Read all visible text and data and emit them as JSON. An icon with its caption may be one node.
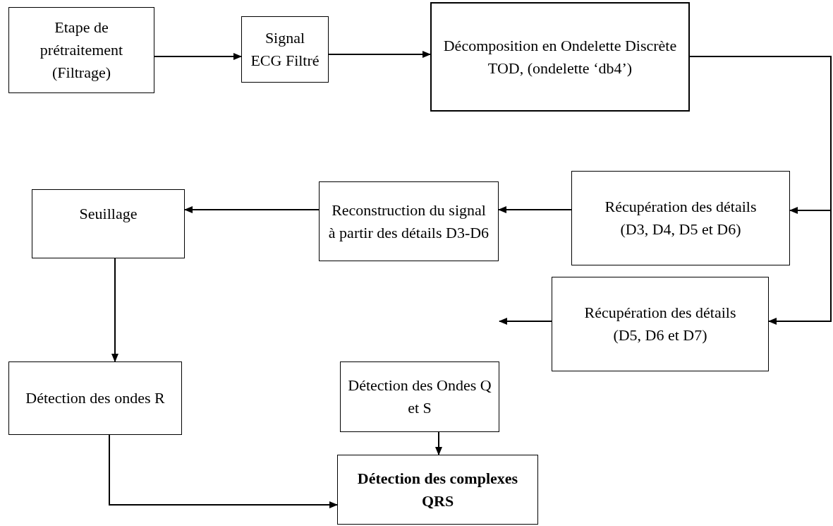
{
  "diagram": {
    "nodes": [
      {
        "text": [
          "Etape de prétraitement (Filtrage)"
        ]
      },
      {
        "text": [
          "Signal ECG Filtré"
        ]
      },
      {
        "text": [
          "Décomposition en Ondelette Discrète TOD, (ondelette ‘db4’)"
        ]
      },
      {
        "text": [
          "Seuillage"
        ]
      },
      {
        "text": [
          "Reconstruction du signal à partir des détails D3-D6"
        ]
      },
      {
        "text": [
          "Récupération des détails",
          "(D3, D4, D5 et D6)"
        ]
      },
      {
        "text": [
          "Détection des ondes R"
        ]
      },
      {
        "text": [
          "Détection des Ondes Q et S"
        ]
      },
      {
        "text": [
          "Récupération des détails",
          "(D5, D6 et D7)"
        ]
      },
      {
        "text": [
          "Détection des complexes QRS"
        ]
      }
    ],
    "edges": [
      {
        "from": 0,
        "to": 1,
        "arrow": "to"
      },
      {
        "from": 1,
        "to": 2,
        "arrow": "to"
      },
      {
        "from": 2,
        "to": 5,
        "arrow": "to"
      },
      {
        "from": 2,
        "to": 8,
        "arrow": "to"
      },
      {
        "from": 5,
        "to": 4,
        "arrow": "to"
      },
      {
        "from": 4,
        "to": 3,
        "arrow": "to"
      },
      {
        "from": 3,
        "to": 6,
        "arrow": "to"
      },
      {
        "from": 8,
        "to": 7,
        "arrow": "to"
      },
      {
        "from": 7,
        "to": 9,
        "arrow": "to"
      },
      {
        "from": 6,
        "to": 9,
        "arrow": "to"
      }
    ]
  }
}
